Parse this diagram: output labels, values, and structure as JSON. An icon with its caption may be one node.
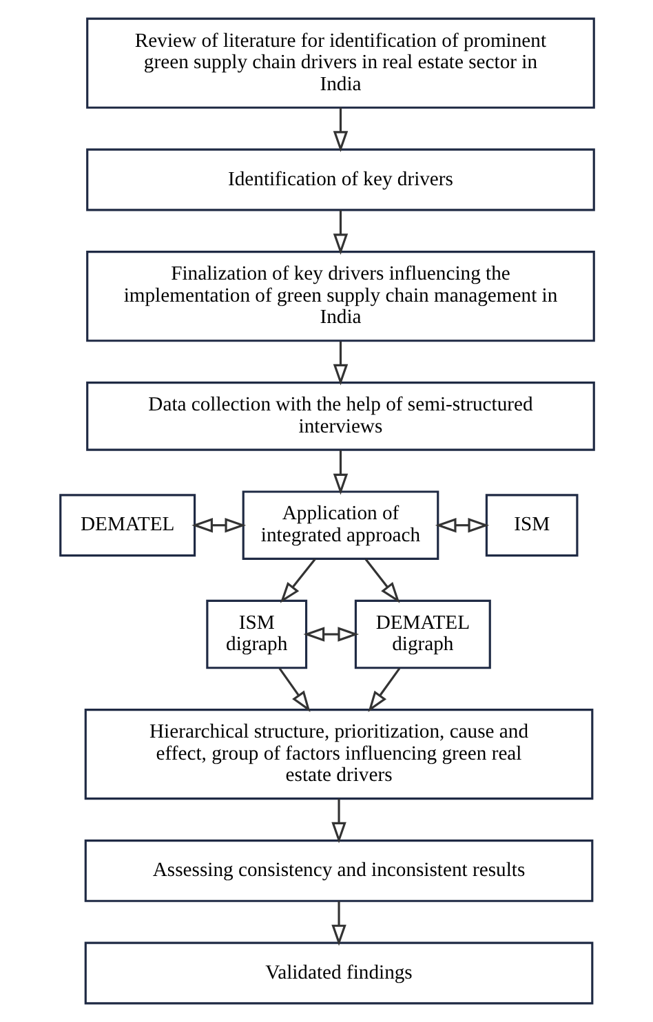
{
  "diagram": {
    "nodes": [
      {
        "text": [
          "Review of literature for identification of prominent green supply chain drivers in real estate sector in India"
        ]
      },
      {
        "text": [
          "Identification of key drivers"
        ]
      },
      {
        "text": [
          "Finalization of key drivers influencing the implementation of green supply chain management in India"
        ]
      },
      {
        "text": [
          "Data collection with the help of semi-structured interviews"
        ]
      },
      {
        "text": [
          "DEMATEL"
        ]
      },
      {
        "text": [
          "Application of integrated approach"
        ]
      },
      {
        "text": [
          "ISM"
        ]
      },
      {
        "text": [
          "ISM digraph"
        ]
      },
      {
        "text": [
          "DEMATEL digraph"
        ]
      },
      {
        "text": [
          "Hierarchical structure, prioritization, cause and effect, group of factors influencing green real estate drivers"
        ]
      },
      {
        "text": [
          "Assessing consistency and inconsistent results"
        ]
      },
      {
        "text": [
          "Validated findings"
        ]
      }
    ],
    "edges": [
      {
        "from": 0,
        "to": 1,
        "arrow": "to"
      },
      {
        "from": 1,
        "to": 2,
        "arrow": "to"
      },
      {
        "from": 2,
        "to": 3,
        "arrow": "to"
      },
      {
        "from": 3,
        "to": 5,
        "arrow": "to"
      },
      {
        "from": 4,
        "to": 5,
        "arrow": "both"
      },
      {
        "from": 5,
        "to": 6,
        "arrow": "both"
      },
      {
        "from": 5,
        "to": 7,
        "arrow": "to"
      },
      {
        "from": 5,
        "to": 8,
        "arrow": "to"
      },
      {
        "from": 7,
        "to": 8,
        "arrow": "both"
      },
      {
        "from": 7,
        "to": 9,
        "arrow": "to"
      },
      {
        "from": 8,
        "to": 9,
        "arrow": "to"
      },
      {
        "from": 9,
        "to": 10,
        "arrow": "to"
      },
      {
        "from": 10,
        "to": 11,
        "arrow": "to"
      }
    ]
  }
}
